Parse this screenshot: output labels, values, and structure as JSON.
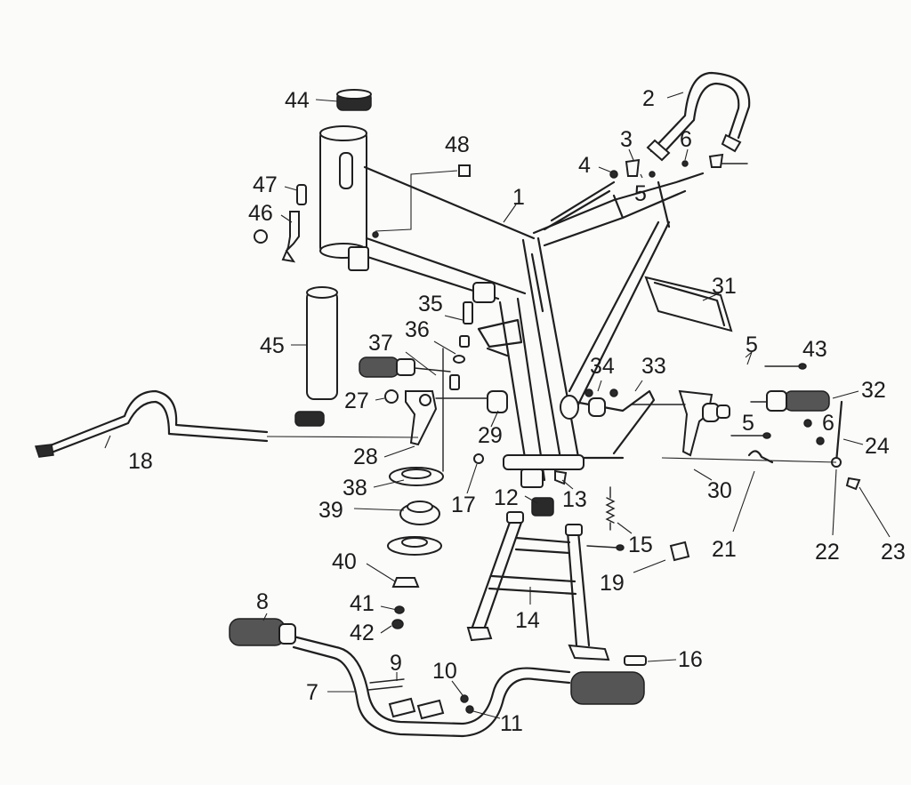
{
  "labels": [
    "44",
    "2",
    "3",
    "6",
    "48",
    "4",
    "5",
    "47",
    "1",
    "46",
    "31",
    "35",
    "36",
    "45",
    "5",
    "43",
    "37",
    "34",
    "33",
    "32",
    "27",
    "29",
    "6",
    "5",
    "28",
    "24",
    "18",
    "38",
    "17",
    "30",
    "12",
    "13",
    "39",
    "15",
    "21",
    "22",
    "23",
    "40",
    "19",
    "14",
    "8",
    "41",
    "42",
    "16",
    "9",
    "10",
    "7",
    "11"
  ]
}
